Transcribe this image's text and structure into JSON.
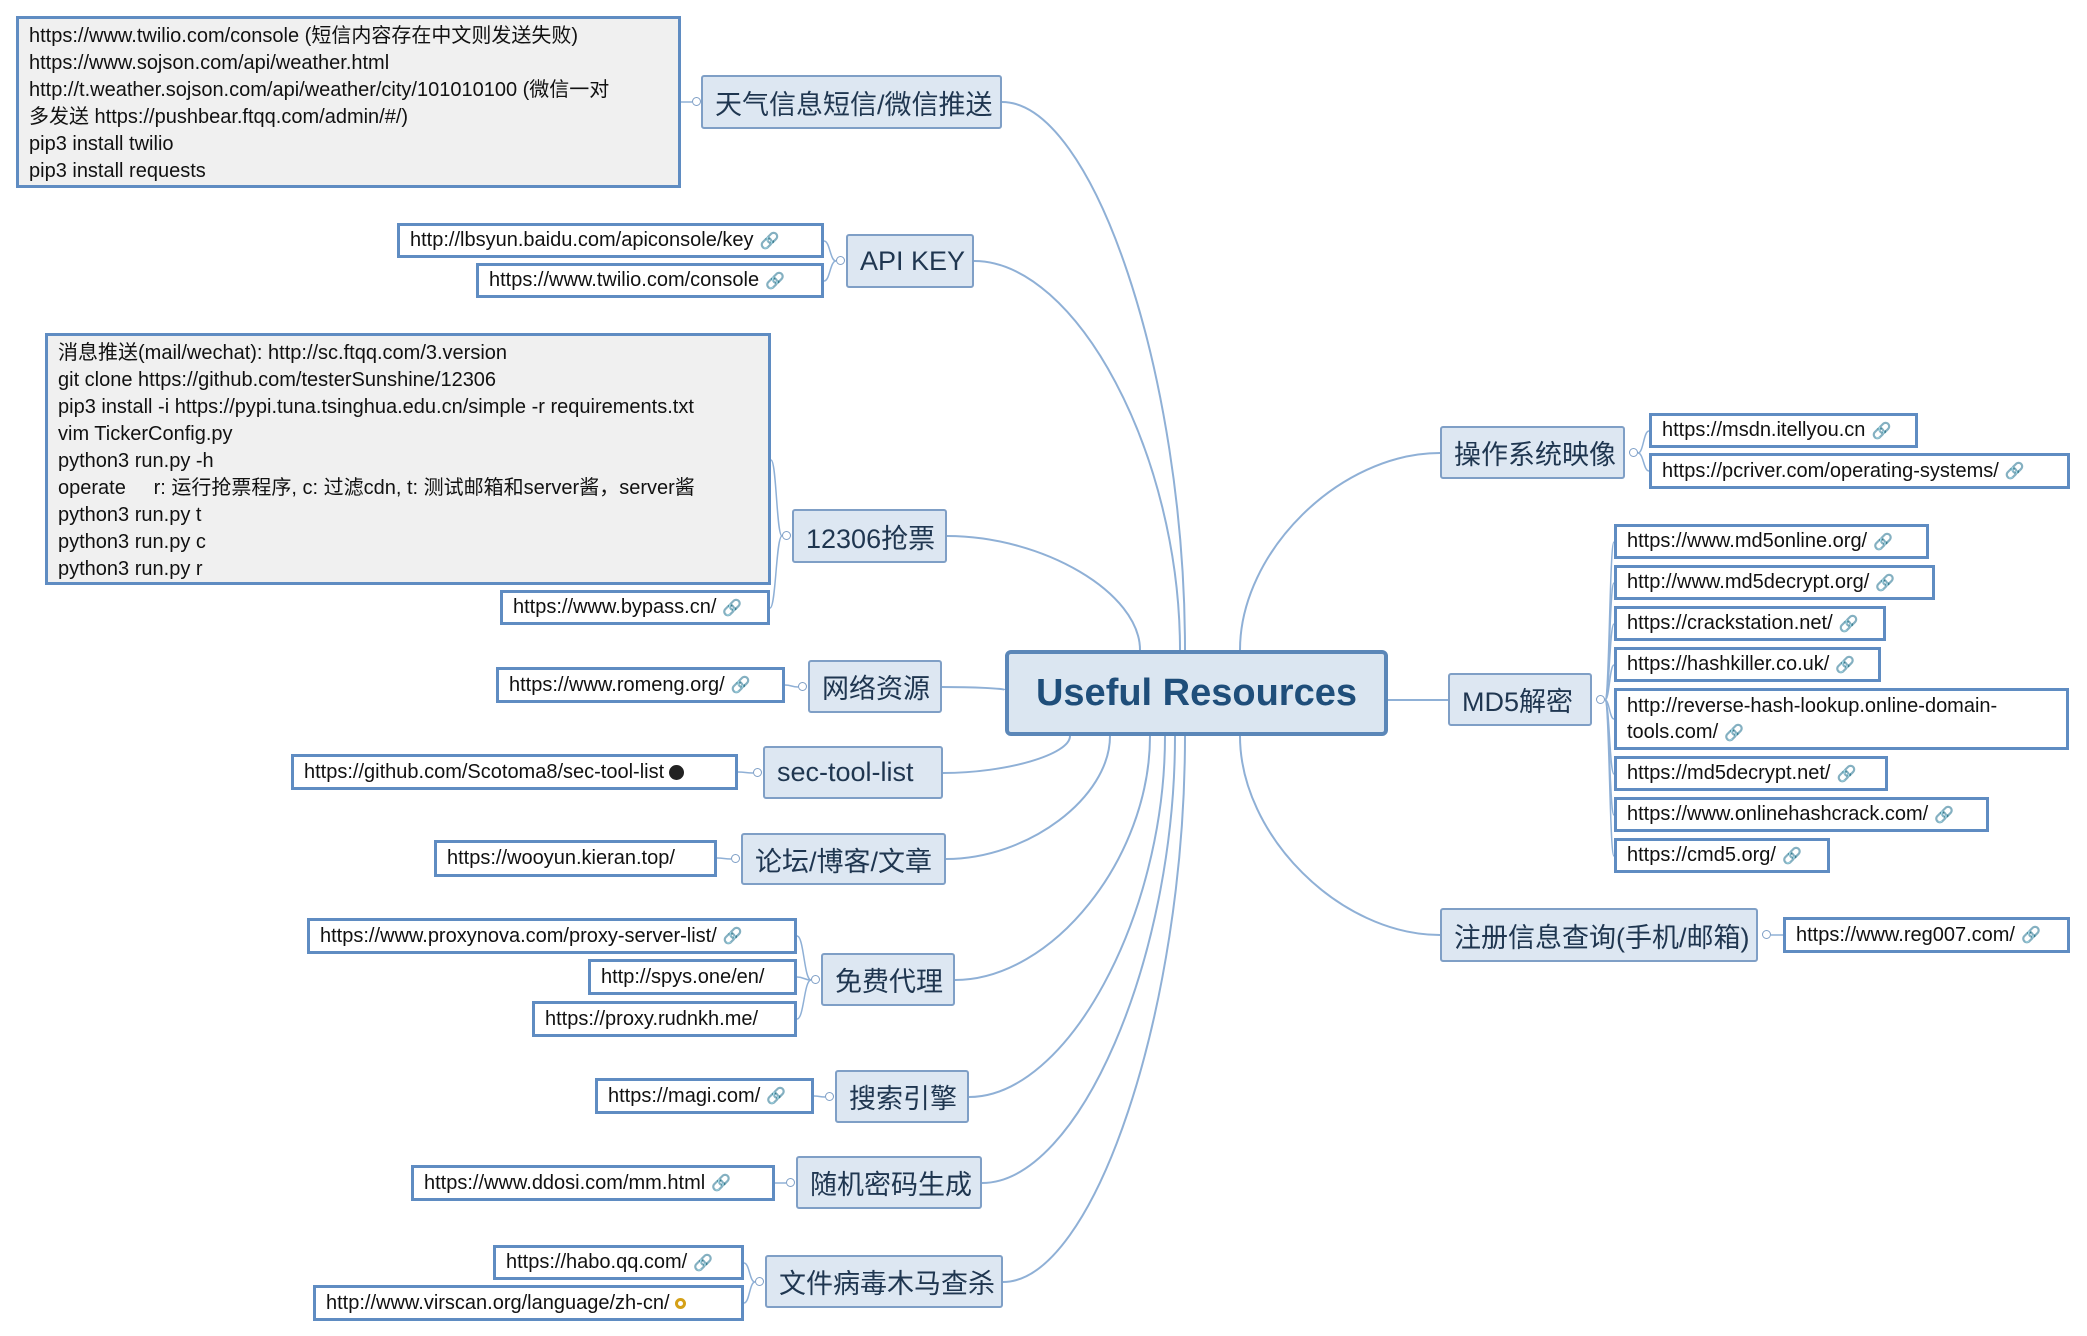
{
  "root": {
    "label": "Useful Resources"
  },
  "topics": {
    "weather": {
      "label": "天气信息短信/微信推送",
      "note": [
        "https://www.twilio.com/console (短信内容存在中文则发送失败)",
        "https://www.sojson.com/api/weather.html",
        "http://t.weather.sojson.com/api/weather/city/101010100 (微信一对",
        "多发送 https://pushbear.ftqq.com/admin/#/)",
        "pip3 install twilio",
        "pip3 install requests"
      ]
    },
    "apikey": {
      "label": "API KEY",
      "links": [
        "http://lbsyun.baidu.com/apiconsole/key",
        "https://www.twilio.com/console"
      ]
    },
    "ticket": {
      "label": "12306抢票",
      "note": [
        "消息推送(mail/wechat): http://sc.ftqq.com/3.version",
        "git clone https://github.com/testerSunshine/12306",
        "pip3 install -i https://pypi.tuna.tsinghua.edu.cn/simple -r requirements.txt",
        "vim TickerConfig.py",
        "python3 run.py -h",
        "operate     r: 运行抢票程序, c: 过滤cdn, t: 测试邮箱和server酱，server酱",
        "python3 run.py t",
        "python3 run.py c",
        "python3 run.py r"
      ],
      "links": [
        "https://www.bypass.cn/"
      ]
    },
    "network": {
      "label": "网络资源",
      "links": [
        "https://www.romeng.org/"
      ]
    },
    "sectool": {
      "label": "sec-tool-list",
      "links": [
        "https://github.com/Scotoma8/sec-tool-list"
      ]
    },
    "forum": {
      "label": "论坛/博客/文章",
      "links": [
        "https://wooyun.kieran.top/"
      ]
    },
    "proxy": {
      "label": "免费代理",
      "links": [
        "https://www.proxynova.com/proxy-server-list/",
        "http://spys.one/en/",
        "https://proxy.rudnkh.me/"
      ]
    },
    "search": {
      "label": "搜索引擎",
      "links": [
        "https://magi.com/"
      ]
    },
    "password": {
      "label": "随机密码生成",
      "links": [
        "https://www.ddosi.com/mm.html"
      ]
    },
    "virus": {
      "label": "文件病毒木马查杀",
      "links": [
        "https://habo.qq.com/",
        "http://www.virscan.org/language/zh-cn/"
      ]
    },
    "os": {
      "label": "操作系统映像",
      "links": [
        "https://msdn.itellyou.cn",
        "https://pcriver.com/operating-systems/"
      ]
    },
    "md5": {
      "label": "MD5解密",
      "links": [
        "https://www.md5online.org/",
        "http://www.md5decrypt.org/",
        "https://crackstation.net/",
        "https://hashkiller.co.uk/",
        "http://reverse-hash-lookup.online-domain-tools.com/",
        "https://md5decrypt.net/",
        "https://www.onlinehashcrack.com/",
        "https://cmd5.org/"
      ]
    },
    "reg": {
      "label": "注册信息查询(手机/邮箱)",
      "links": [
        "https://www.reg007.com/"
      ]
    }
  },
  "icons": {
    "link": "link-icon",
    "github": "github-icon",
    "search": "magnifier-icon"
  },
  "colors": {
    "root_border": "#5b87b8",
    "topic_fill": "#dde7f2",
    "branch_line": "#8fb0d6",
    "subtopic_border": "#5f8cc2"
  }
}
